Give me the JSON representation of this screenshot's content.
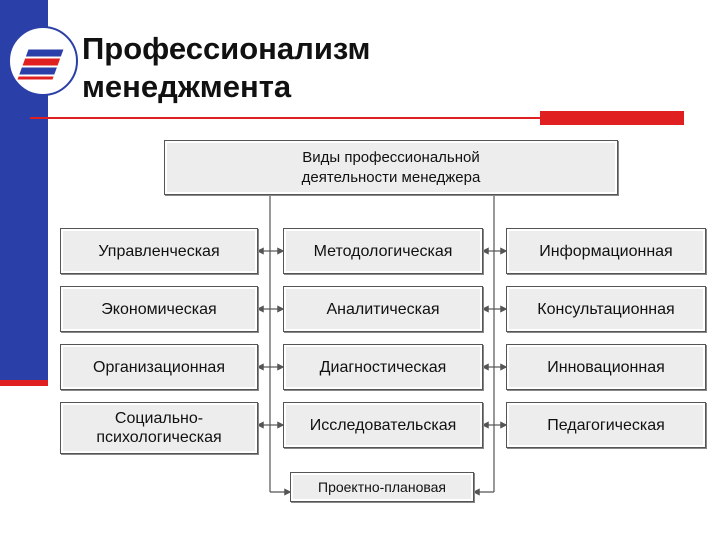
{
  "header": {
    "title_line1": "Профессионализм",
    "title_line2": "менеджмента"
  },
  "diagram": {
    "root": {
      "line1": "Виды профессиональной",
      "line2": "деятельности менеджера"
    },
    "rows": [
      [
        "Управленческая",
        "Методологическая",
        "Информационная"
      ],
      [
        "Экономическая",
        "Аналитическая",
        "Консультационная"
      ],
      [
        "Организационная",
        "Диагностическая",
        "Инновационная"
      ],
      [
        {
          "line1": "Социально-",
          "line2": "психологическая"
        },
        "Исследовательская",
        "Педагогическая"
      ]
    ],
    "bottom": "Проектно-плановая"
  },
  "colors": {
    "sidebar": "#2b3fa8",
    "accent": "#e02020",
    "box_fill": "#ededed",
    "box_border": "#555555"
  },
  "icons": {
    "logo": "stacked-books-logo-icon"
  }
}
